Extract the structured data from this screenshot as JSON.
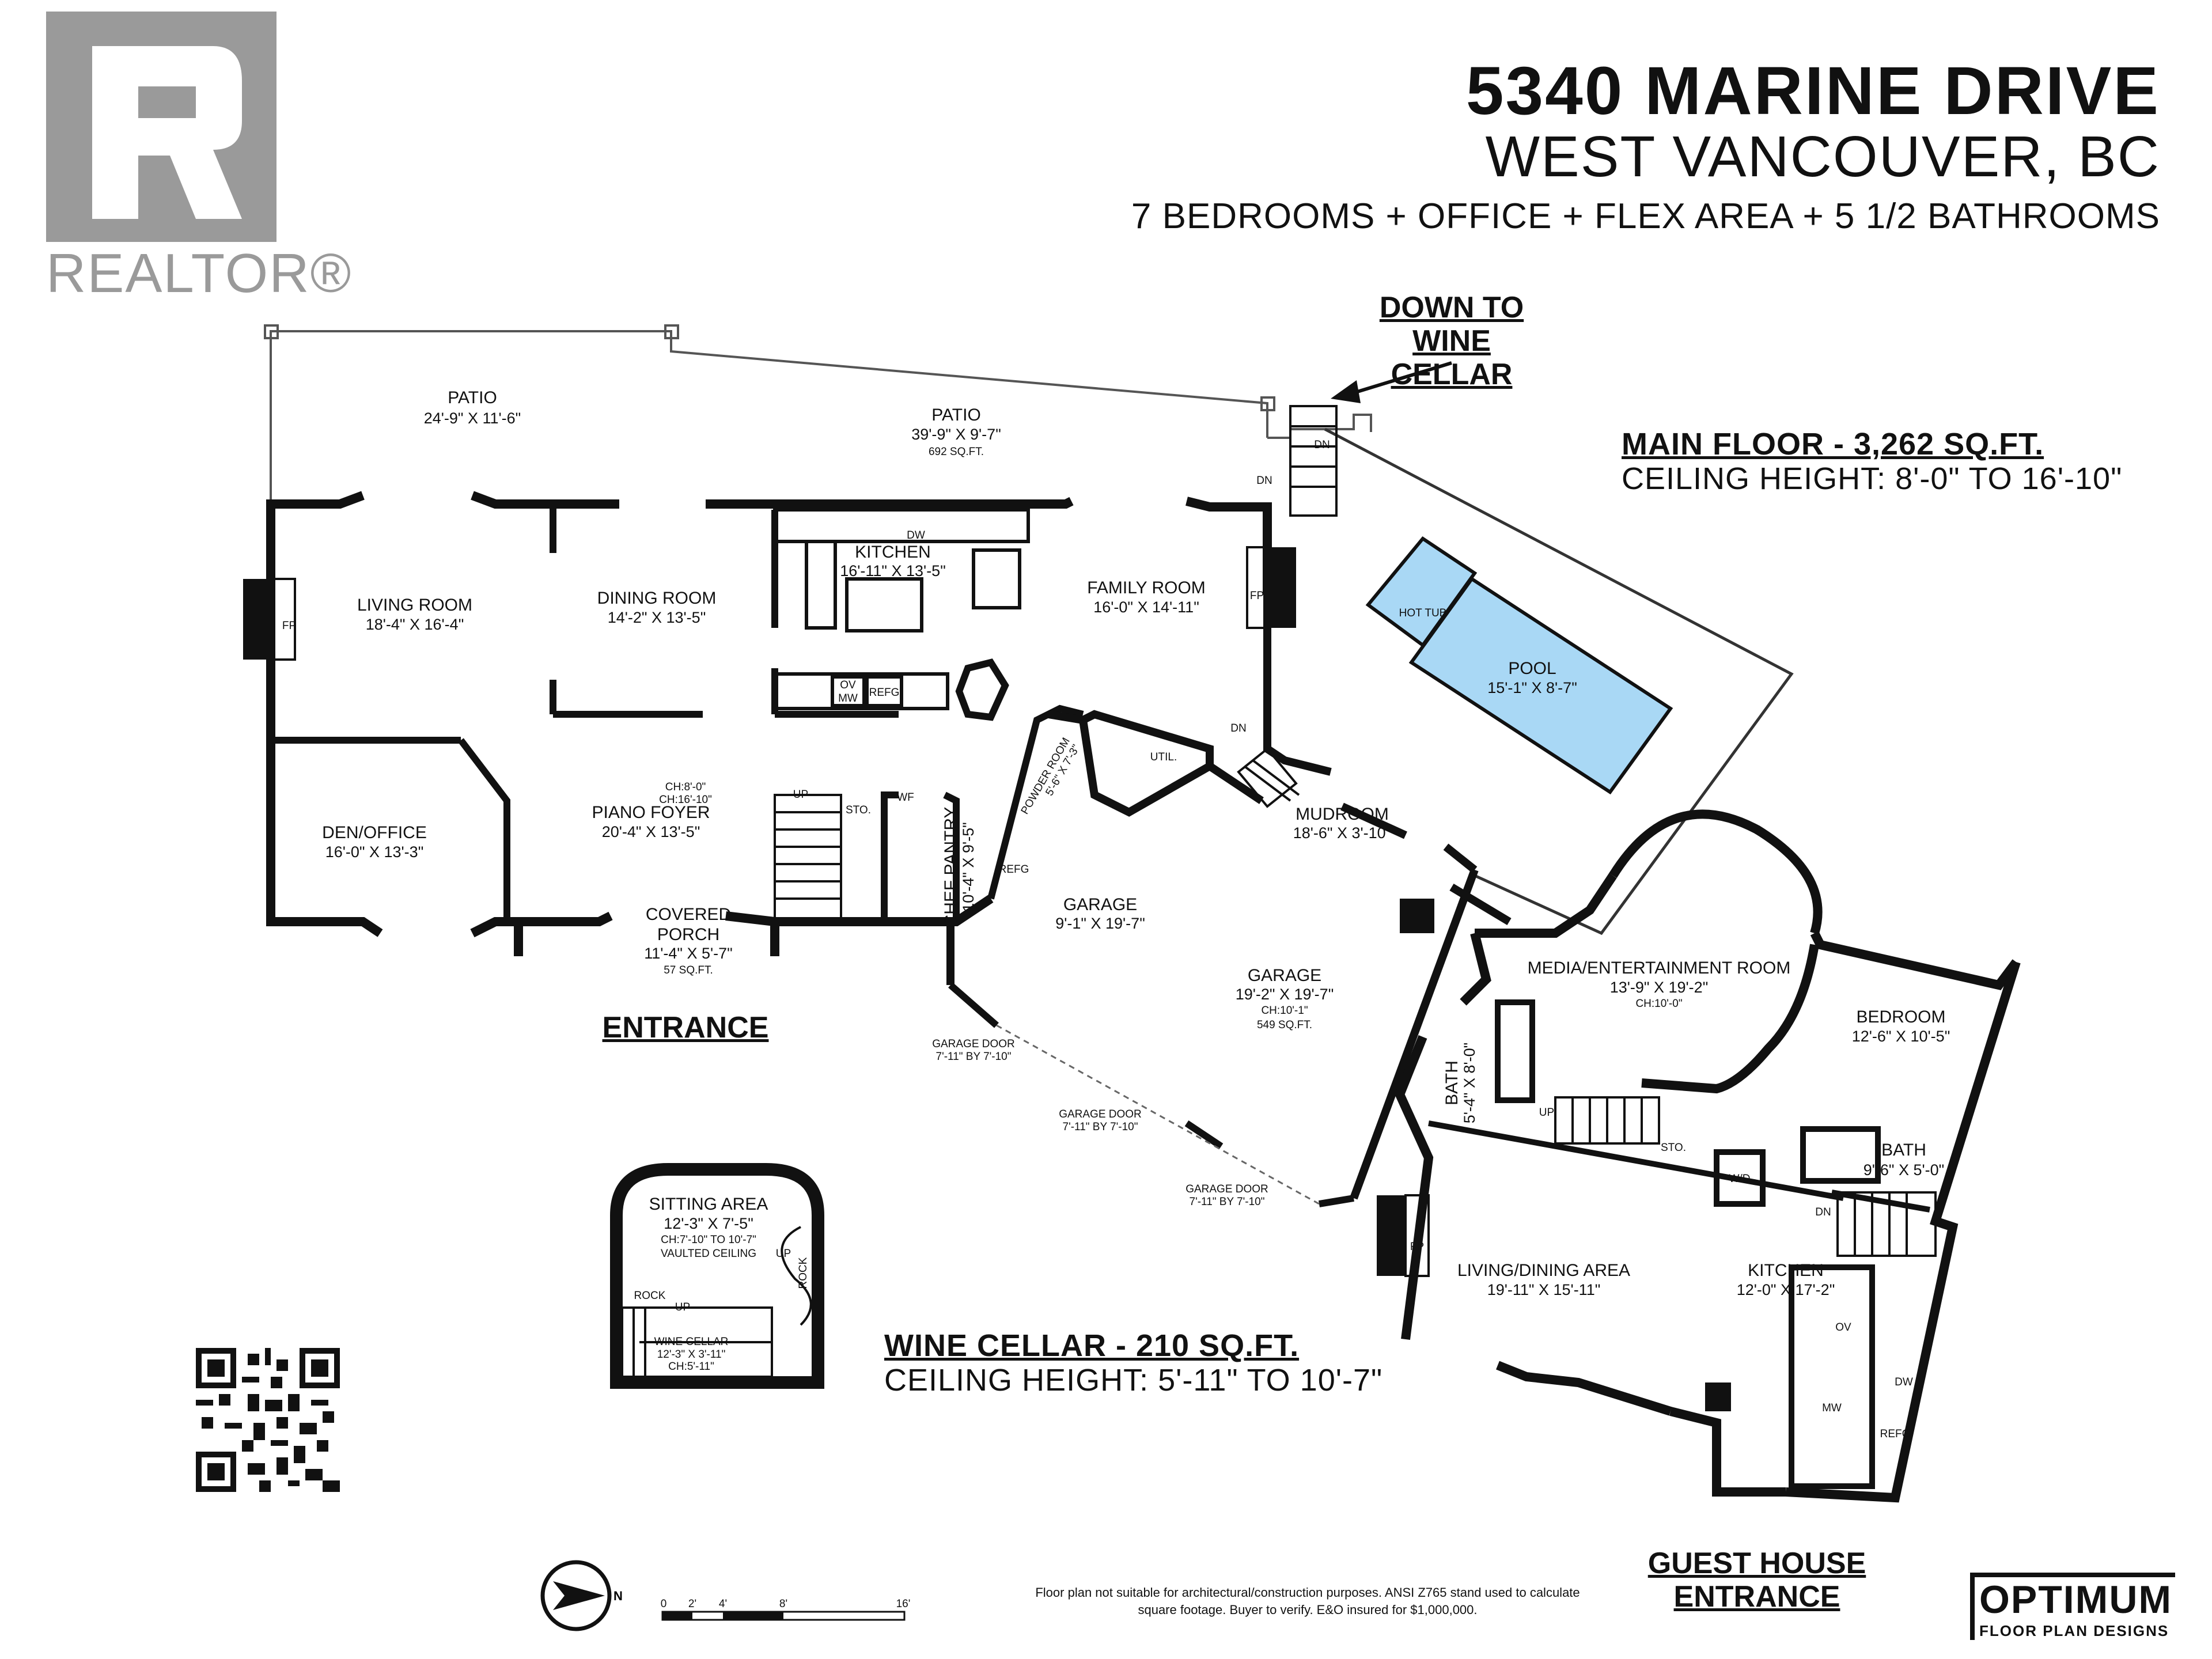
{
  "brand_logo": {
    "text": "REALTOR®",
    "icon": "realtor-r-logo"
  },
  "header": {
    "address": "5340 MARINE DRIVE",
    "city": "WEST VANCOUVER, BC",
    "summary": "7 BEDROOMS + OFFICE + FLEX AREA + 5 1/2 BATHROOMS"
  },
  "callouts": {
    "wine_cellar_down": "DOWN TO\nWINE CELLAR",
    "entrance": "ENTRANCE",
    "guest_entrance": "GUEST HOUSE\nENTRANCE"
  },
  "main_floor": {
    "title": "MAIN FLOOR - 3,262 SQ.FT.",
    "ceiling": "CEILING HEIGHT: 8'-0\" TO 16'-10\""
  },
  "wine_floor": {
    "title": "WINE CELLAR - 210 SQ.FT.",
    "ceiling": "CEILING HEIGHT: 5'-11\" TO 10'-7\""
  },
  "rooms": {
    "patio1": {
      "name": "PATIO",
      "dim": "24'-9\" X 11'-6\""
    },
    "patio2": {
      "name": "PATIO",
      "dim": "39'-9\" X 9'-7\"",
      "area": "692 SQ.FT."
    },
    "living": {
      "name": "LIVING ROOM",
      "dim": "18'-4\" X 16'-4\""
    },
    "dining": {
      "name": "DINING ROOM",
      "dim": "14'-2\" X 13'-5\""
    },
    "kitchen": {
      "name": "KITCHEN",
      "dim": "16'-11\" X 13'-5\""
    },
    "family": {
      "name": "FAMILY ROOM",
      "dim": "16'-0\" X 14'-11\""
    },
    "hottub": {
      "name": "HOT TUB"
    },
    "pool": {
      "name": "POOL",
      "dim": "15'-1\" X 8'-7\""
    },
    "den": {
      "name": "DEN/OFFICE",
      "dim": "16'-0\" X 13'-3\""
    },
    "foyer": {
      "name": "PIANO FOYER",
      "dim": "20'-4\" X 13'-5\"",
      "ch": "CH:8'-0\"",
      "ch2": "CH:16'-10\""
    },
    "porch": {
      "name": "COVERED",
      "name2": "PORCH",
      "dim": "11'-4\" X 5'-7\"",
      "area": "57 SQ.FT."
    },
    "pantry": {
      "name": "CHEF PANTRY",
      "dim": "10'-4\" X 9'-5\""
    },
    "powder": {
      "name": "POWDER ROOM",
      "dim": "5'-6\" X 7'-3\""
    },
    "util": {
      "name": "UTIL."
    },
    "sto1": {
      "name": "STO."
    },
    "mudroom": {
      "name": "MUDROOM",
      "dim": "18'-6\" X 3'-10\""
    },
    "garage1": {
      "name": "GARAGE",
      "dim": "9'-1\" X 19'-7\""
    },
    "garage2": {
      "name": "GARAGE",
      "dim": "19'-2\" X 19'-7\"",
      "ch": "CH:10'-1\"",
      "area": "549 SQ.FT."
    },
    "media": {
      "name": "MEDIA/ENTERTAINMENT ROOM",
      "dim": "13'-9\" X 19'-2\"",
      "ch": "CH:10'-0\""
    },
    "bedroom": {
      "name": "BEDROOM",
      "dim": "12'-6\" X 10'-5\""
    },
    "bath1": {
      "name": "BATH",
      "dim": "5'-4\" X 8'-0\""
    },
    "bath2": {
      "name": "BATH",
      "dim": "9'-6\" X 5'-0\""
    },
    "sto2": {
      "name": "STO."
    },
    "living_dining": {
      "name": "LIVING/DINING AREA",
      "dim": "19'-11\" X 15'-11\""
    },
    "kitchen2": {
      "name": "KITCHEN",
      "dim": "12'-0\" X 17'-2\""
    },
    "sitting": {
      "name": "SITTING AREA",
      "dim": "12'-3\" X 7'-5\"",
      "ch": "CH:7'-10\" TO 10'-7\"",
      "ch2": "VAULTED CEILING"
    },
    "wine": {
      "name": "WINE CELLAR",
      "dim": "12'-3\" X 3'-11\"",
      "ch": "CH:5'-11\""
    }
  },
  "fixtures": {
    "fp": "FP",
    "dn": "DN",
    "up": "UP",
    "dw": "DW",
    "ov": "OV",
    "mw": "MW",
    "refg": "REFG",
    "wf": "WF",
    "wd": "W/D",
    "rock": "ROCK"
  },
  "garage_doors": [
    {
      "label": "GARAGE DOOR",
      "dim": "7'-11\" BY 7'-10\""
    },
    {
      "label": "GARAGE DOOR",
      "dim": "7'-11\" BY 7'-10\""
    },
    {
      "label": "GARAGE DOOR",
      "dim": "7'-11\" BY 7'-10\""
    }
  ],
  "scale_labels": [
    "0",
    "2'",
    "4'",
    "8'",
    "16'"
  ],
  "compass": {
    "label": "N",
    "icon": "north-arrow-icon"
  },
  "disclaimer": "Floor plan not suitable for architectural/construction purposes. ANSI Z765 stand used to calculate square footage. Buyer to verify. E&O insured for $1,000,000.",
  "footer_brand": {
    "name": "OPTIMUM",
    "sub": "FLOOR PLAN DESIGNS"
  },
  "qr": {
    "icon": "qr-code-icon"
  },
  "colors": {
    "wall": "#111111",
    "pool": "#a9d8f5",
    "logo_gray": "#9a9a9a"
  }
}
